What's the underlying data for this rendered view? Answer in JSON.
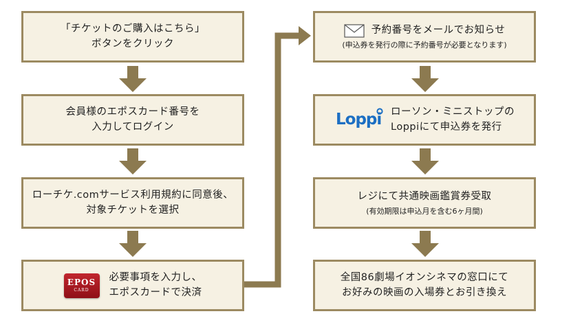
{
  "steps_left": [
    {
      "line1": "「チケットのご購入はこちら」",
      "line2": "ボタンをクリック"
    },
    {
      "line1": "会員様のエポスカード番号を",
      "line2": "入力してログイン"
    },
    {
      "line1": "ローチケ.comサービス利用規約に同意後、",
      "line2": "対象チケットを選択"
    },
    {
      "line1": "必要事項を入力し、",
      "line2": "エポスカードで決済",
      "logo_top": "EPOS",
      "logo_bottom": "CARD"
    }
  ],
  "steps_right": [
    {
      "line1": "予約番号をメールでお知らせ",
      "sub": "(申込券を発行の際に予約番号が必要となります)",
      "icon": "mail-icon"
    },
    {
      "line1": "ローソン・ミニストップの",
      "line2": "Loppiにて申込券を発行",
      "logo": "Loppi"
    },
    {
      "line1": "レジにて共通映画鑑賞券受取",
      "sub": "(有効期限は申込月を含む6ヶ月間)"
    },
    {
      "line1": "全国86劇場イオンシネマの窓口にて",
      "line2": "お好みの映画の入場券とお引き換え"
    }
  ],
  "colors": {
    "box_fill": "#f6f1e3",
    "box_border": "#9c8a61",
    "arrow": "#8c7a50",
    "epos_red": "#b3141d",
    "loppi_blue": "#1c6fc3",
    "loppi_yellow": "#f1b400",
    "loppi_green": "#3aa935"
  }
}
